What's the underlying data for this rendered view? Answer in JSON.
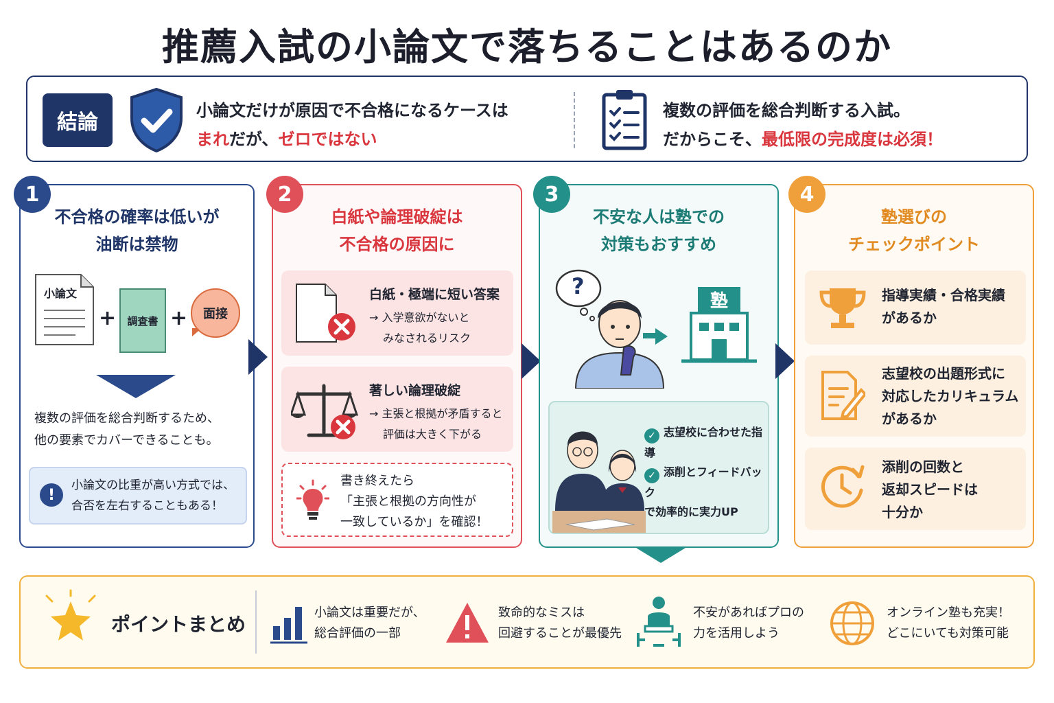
{
  "title": "推薦入試の小論文で落ちることはあるのか",
  "conclusion": {
    "badge": "結論",
    "line1": "小論文だけが原因で不合格になるケースは",
    "line2_red1": "まれ",
    "line2_mid": "だが、",
    "line2_red2": "ゼロではない",
    "right_line1": "複数の評価を総合判断する入試。",
    "right_line2_pre": "だからこそ、",
    "right_line2_red": "最低限の完成度は必須！"
  },
  "columns": [
    {
      "num": "1",
      "title_l1": "不合格の確率は低いが",
      "title_l2": "油断は禁物",
      "doc_label": "小論文",
      "book_label": "調査書",
      "bubble_label": "面接",
      "plus": "+",
      "text_l1": "複数の評価を総合判断するため、",
      "text_l2": "他の要素でカバーできることも。",
      "note_l1": "小論文の比重が高い方式では、",
      "note_l2": "合否を左右することもある！"
    },
    {
      "num": "2",
      "title_l1": "白紙や論理破綻は",
      "title_l2": "不合格の原因に",
      "card1_title": "白紙・極端に短い答案",
      "card1_l1": "→ 入学意欲がないと",
      "card1_l2": "みなされるリスク",
      "card2_title": "著しい論理破綻",
      "card2_l1": "→ 主張と根拠が矛盾すると",
      "card2_l2": "評価は大きく下がる",
      "tip_l1": "書き終えたら",
      "tip_l2": "「主張と根拠の方向性が",
      "tip_l3": "一致しているか」を確認！"
    },
    {
      "num": "3",
      "title_l1": "不安な人は塾での",
      "title_l2": "対策もおすすめ",
      "question": "?",
      "juku_label": "塾",
      "check1": "志望校に合わせた指導",
      "check2_l1": "添削とフィードバック",
      "check2_l2": "で効率的に実力UP",
      "check_mark": "✓"
    },
    {
      "num": "4",
      "title_l1": "塾選びの",
      "title_l2": "チェックポイント",
      "item1_l1": "指導実績・合格実績",
      "item1_l2": "があるか",
      "item2_l1": "志望校の出題形式に",
      "item2_l2": "対応したカリキュラム",
      "item2_l3": "があるか",
      "item3_l1": "添削の回数と",
      "item3_l2": "返却スピードは",
      "item3_l3": "十分か"
    }
  ],
  "summary": {
    "label": "ポイントまとめ",
    "item1_l1": "小論文は重要だが、",
    "item1_l2": "総合評価の一部",
    "item2_l1": "致命的なミスは",
    "item2_l2": "回避することが最優先",
    "item3_l1": "不安があればプロの",
    "item3_l2": "力を活用しよう",
    "item4_l1": "オンライン塾も充実！",
    "item4_l2": "どこにいても対策可能"
  },
  "colors": {
    "navy": "#1f3567",
    "red": "#e05058",
    "teal": "#23908a",
    "orange": "#f0a03a"
  }
}
